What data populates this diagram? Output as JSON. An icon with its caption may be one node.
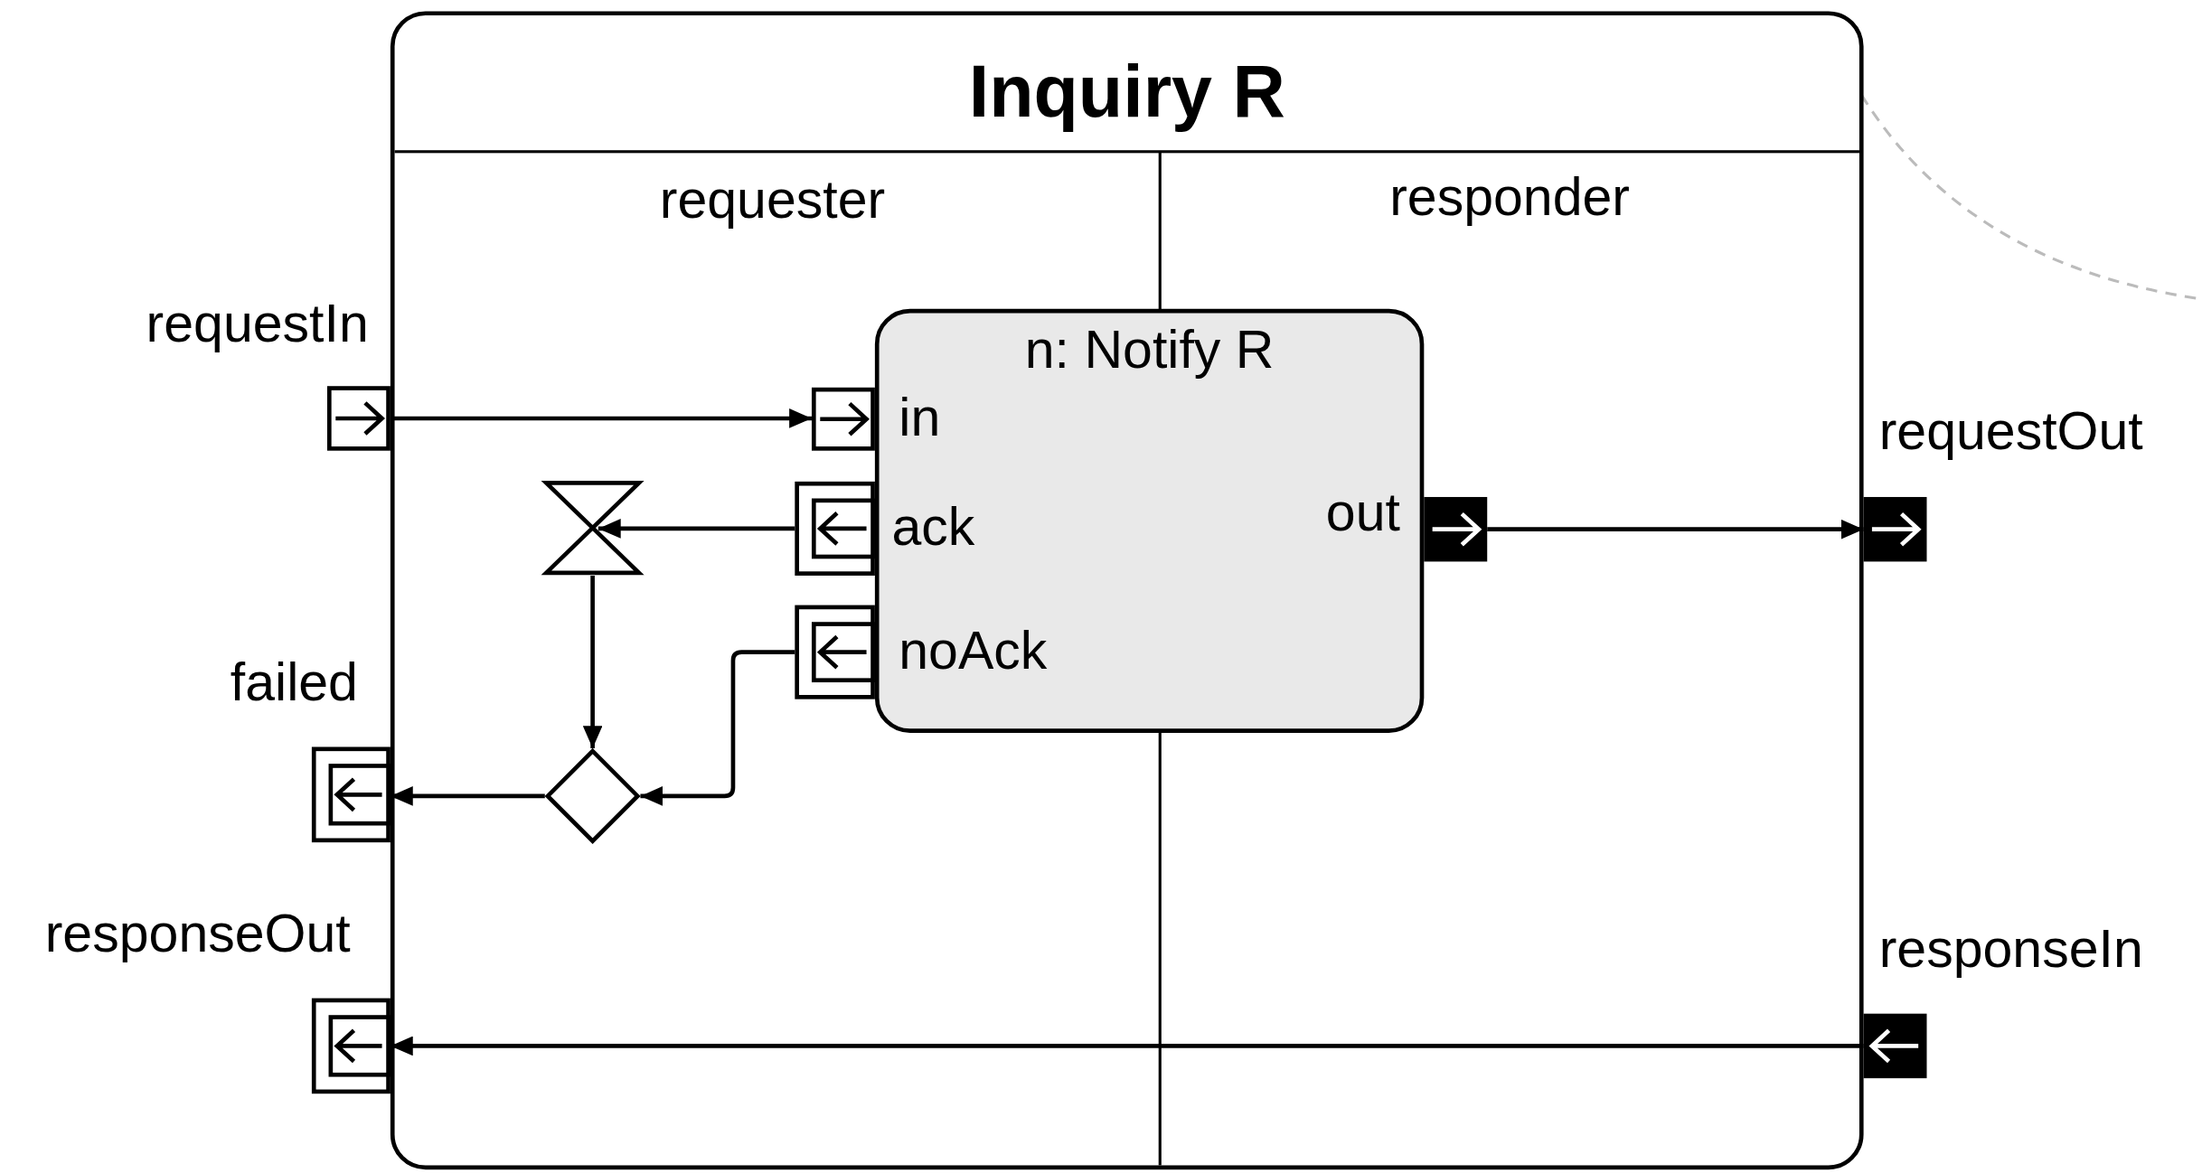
{
  "diagram": {
    "nodes": [
      {
        "text": [
          "Inquiry R"
        ]
      },
      {
        "text": [
          "requestIn"
        ]
      },
      {
        "text": [
          "n: Notify R",
          "in",
          "ack",
          "out",
          "noAck"
        ],
        "in": 0
      },
      {
        "text": [],
        "shape": "box",
        "in": 0
      },
      {
        "text": [
          "requestOut"
        ]
      },
      {
        "text": [],
        "shape": "hourglass",
        "in": 0
      },
      {
        "text": [],
        "shape": "box",
        "in": 0
      },
      {
        "text": [],
        "shape": "box",
        "in": 0
      },
      {
        "text": [],
        "shape": "box",
        "in": 0
      },
      {
        "text": [
          "failed"
        ]
      },
      {
        "text": [],
        "shape": "diamond",
        "in": 0
      },
      {
        "text": [
          "responseOut"
        ]
      },
      {
        "text": [
          "responseIn"
        ]
      }
    ],
    "edges": [
      {
        "from": 1,
        "to": 3,
        "arrow": "to"
      },
      {
        "from": 6,
        "to": 5,
        "arrow": "to"
      },
      {
        "from": 7,
        "to": 4,
        "arrow": "to"
      },
      {
        "from": 5,
        "to": 10,
        "arrow": "to"
      },
      {
        "from": 8,
        "to": 10,
        "arrow": "to"
      },
      {
        "from": 10,
        "to": 9,
        "arrow": "to"
      },
      {
        "from": 12,
        "to": 11,
        "arrow": "to"
      }
    ],
    "labels": [
      "requester",
      "responder"
    ]
  }
}
